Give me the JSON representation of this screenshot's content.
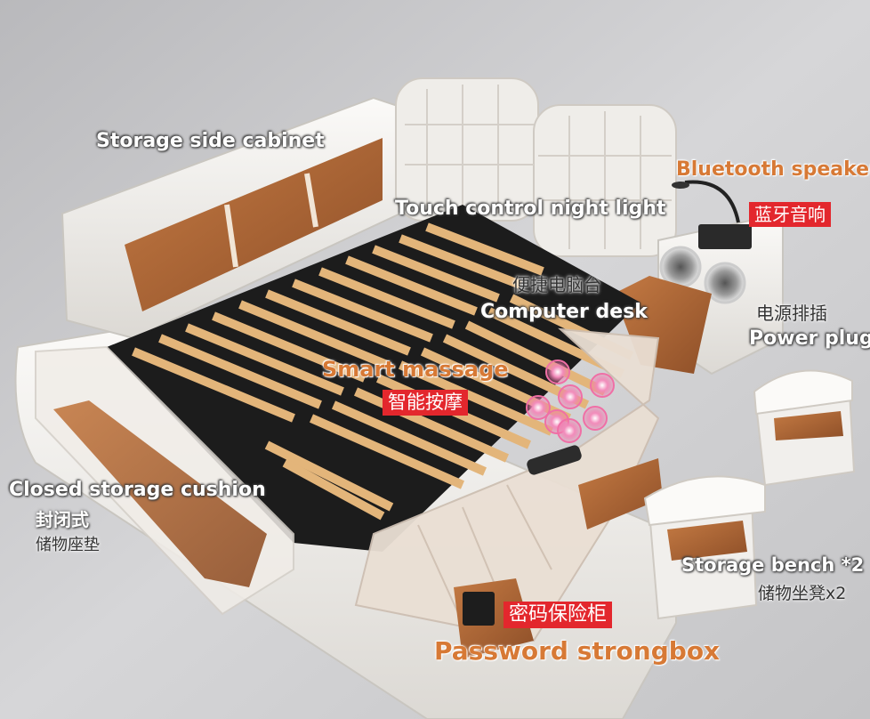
{
  "labels": {
    "storage_side_cabinet": "Storage side cabinet",
    "touch_control_night_light": "Touch control night light",
    "bluetooth_speakers": "Bluetooth speakers",
    "bluetooth_speakers_cn": "蓝牙音响",
    "computer_desk_cn": "便捷电脑台",
    "computer_desk": "Computer desk",
    "power_plug_cn": "电源排插",
    "power_plug": "Power plug",
    "smart_massage": "Smart massage",
    "smart_massage_cn": "智能按摩",
    "closed_storage_cushion": "Closed storage cushion",
    "closed_storage_cushion_cn1": "封闭式",
    "closed_storage_cushion_cn2": "储物座垫",
    "storage_bench": "Storage bench *2",
    "storage_bench_cn": "储物坐凳x2",
    "password_strongbox_cn": "密码保险柜",
    "password_strongbox": "Password strongbox"
  },
  "colors": {
    "background": "#cfcfd1",
    "leather": "#f3f1ee",
    "wood": "#b06a3a",
    "slat": "#e3b57a",
    "frame": "#1c1c1c",
    "accent_orange": "#d77935",
    "badge_red": "#e3272d",
    "massage_pink": "#f06fa6"
  }
}
